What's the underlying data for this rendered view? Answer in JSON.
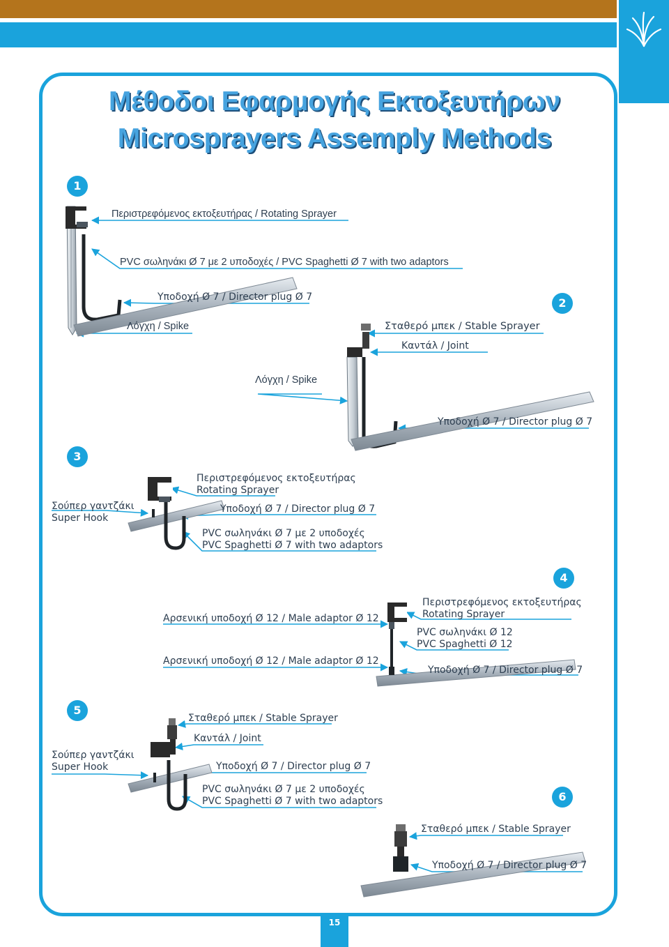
{
  "header": {
    "title_el": "Μέθοδοι Εφαρμογής Εκτοξευτήρων",
    "title_en": "Microsprayers Assemply Methods"
  },
  "section1": {
    "number": "1",
    "rotating": "Περιστρεφόμενος εκτοξευτήρας / Rotating Sprayer",
    "pvc": "PVC σωληνάκι Ø 7 με 2 υποδοχές / PVC Spaghetti Ø 7 with two adaptors",
    "director": "Υποδοχή Ø 7 / Director plug Ø 7",
    "spike": "Λόγχη / Spike"
  },
  "section2": {
    "number": "2",
    "stable": "Σταθερό μπεκ / Stable Sprayer",
    "joint": "Καντάλ / Joint",
    "spike": "Λόγχη / Spike",
    "director": "Υποδοχή Ø 7 / Director plug Ø 7"
  },
  "section3": {
    "number": "3",
    "hook_el": "Σούπερ γαντζάκι",
    "hook_en": "Super Hook",
    "rot_el": "Περιστρεφόμενος εκτοξευτήρας",
    "rot_en": "Rotating Sprayer",
    "director": "Υποδοχή Ø 7 / Director plug Ø 7",
    "pvc_el": "PVC σωληνάκι Ø 7 με 2 υποδοχές",
    "pvc_en": "PVC Spaghetti Ø 7 with two adaptors"
  },
  "section4": {
    "number": "4",
    "male1": "Αρσενική υποδοχή Ø 12 / Male adaptor Ø 12",
    "male2": "Αρσενική υποδοχή Ø 12 / Male adaptor Ø 12",
    "rot_el": "Περιστρεφόμενος εκτοξευτήρας",
    "rot_en": "Rotating Sprayer",
    "pvc_el": "PVC σωληνάκι Ø 12",
    "pvc_en": "PVC Spaghetti Ø 12",
    "director": "Υποδοχή Ø 7 / Director plug Ø 7"
  },
  "section5": {
    "number": "5",
    "stable": "Σταθερό μπεκ / Stable Sprayer",
    "joint": "Καντάλ / Joint",
    "hook_el": "Σούπερ γαντζάκι",
    "hook_en": "Super Hook",
    "director": "Υποδοχή Ø 7 / Director plug Ø 7",
    "pvc_el": "PVC σωληνάκι Ø 7 με 2 υποδοχές",
    "pvc_en": "PVC Spaghetti Ø 7 with two adaptors"
  },
  "section6": {
    "number": "6",
    "stable": "Σταθερό μπεκ / Stable Sprayer",
    "director": "Υποδοχή Ø 7 / Director plug Ø 7"
  },
  "footer": {
    "page_number": "15"
  },
  "colors": {
    "accent": "#1aa3dc",
    "top_bar": "#b4741c",
    "title_fill": "#46a3df",
    "title_shadow": "#1d4f7a"
  },
  "icons": {
    "logo": "spray-fan-logo-icon"
  }
}
